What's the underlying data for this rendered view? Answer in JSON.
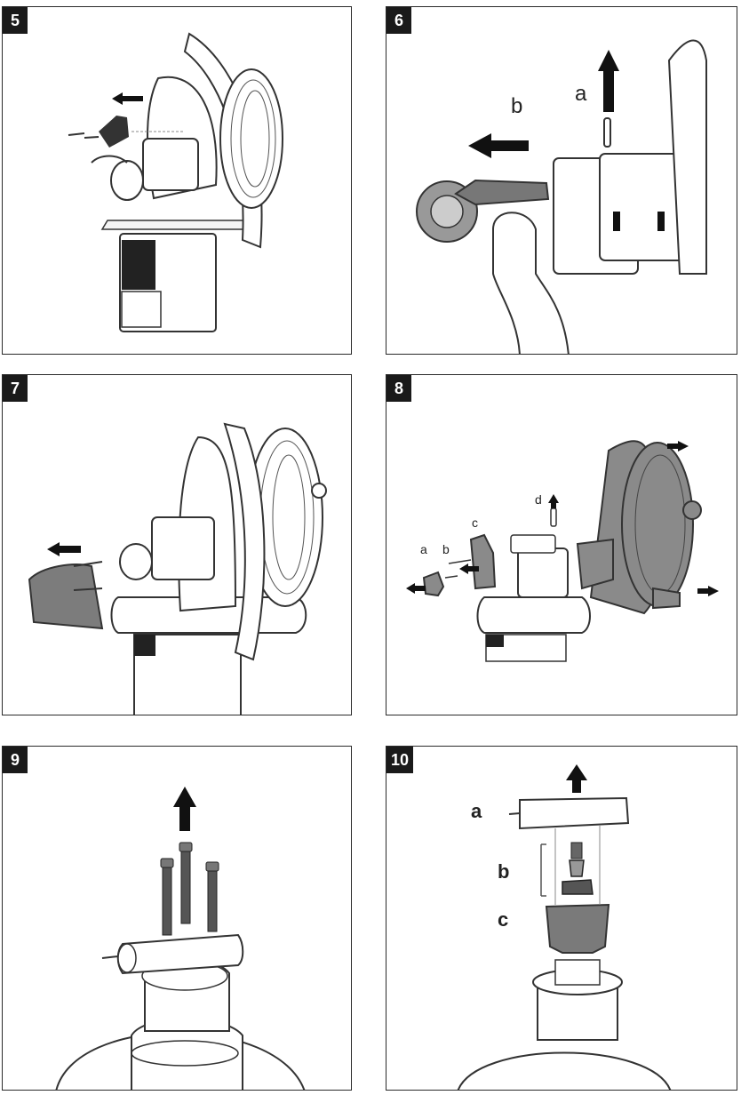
{
  "panels": [
    {
      "step": "5"
    },
    {
      "step": "6",
      "labels": {
        "a": "a",
        "b": "b"
      }
    },
    {
      "step": "7"
    },
    {
      "step": "8",
      "labels": {
        "a": "a",
        "b": "b",
        "c": "c",
        "d": "d"
      }
    },
    {
      "step": "9"
    },
    {
      "step": "10",
      "labels": {
        "a": "a",
        "b": "b",
        "c": "c"
      }
    }
  ],
  "colors": {
    "ink": "#1a1a1a",
    "part_grey": "#8a8a8a",
    "line": "#444444"
  }
}
